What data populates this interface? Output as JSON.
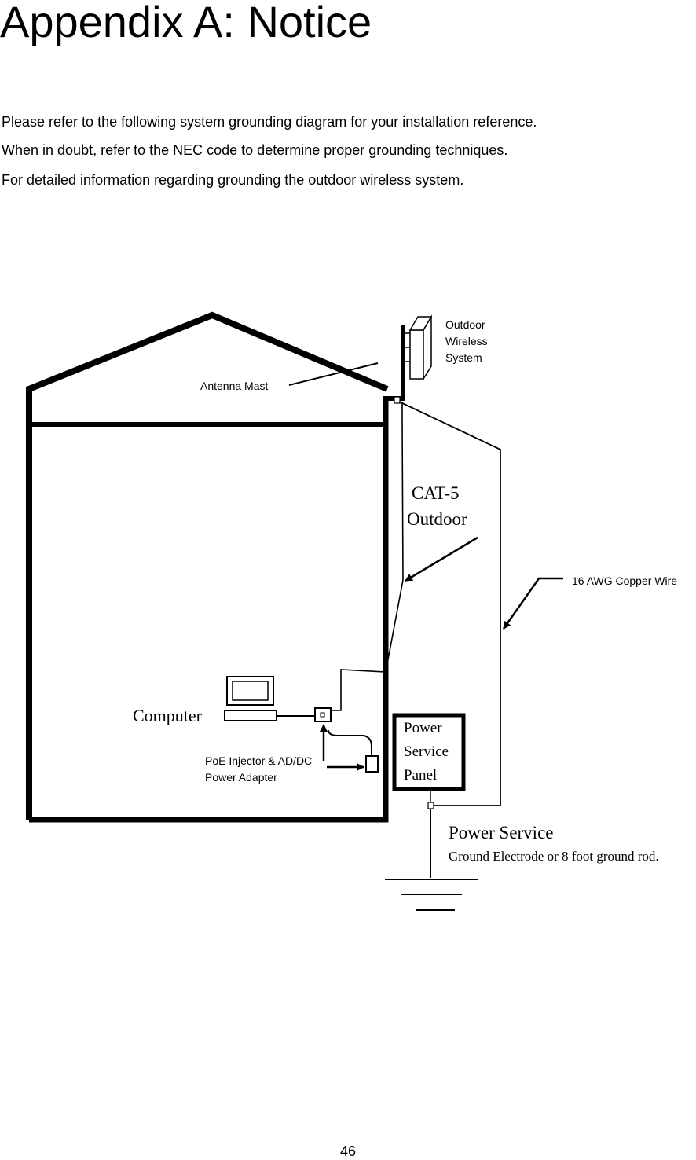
{
  "heading": "Appendix A: Notice",
  "paragraphs": [
    "Please refer to the following system grounding diagram for your installation reference.",
    "When in doubt, refer to the NEC code to determine proper grounding techniques.",
    "For detailed information regarding grounding the outdoor wireless system."
  ],
  "diagram": {
    "outdoor_unit": [
      "Outdoor",
      "Wireless",
      "System"
    ],
    "antenna_mast": "Antenna Mast",
    "cable_type": "CAT-5",
    "cable_location": "Outdoor",
    "copper_wire": "16 AWG Copper Wire",
    "computer": "Computer",
    "poe_adapter": [
      "PoE Injector & AD/DC",
      "Power  Adapter"
    ],
    "panel": [
      "Power",
      "Service",
      "Panel"
    ],
    "ground_title": "Power Service",
    "ground_desc": "Ground Electrode or 8 foot ground rod."
  },
  "page_number": "46"
}
